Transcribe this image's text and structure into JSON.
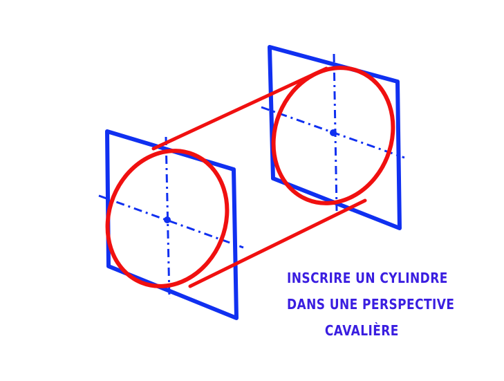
{
  "caption": {
    "lines": [
      "INSCRIRE UN CYLINDRE",
      "DANS UNE PERSPECTIVE",
      "CAVALIÈRE"
    ]
  },
  "colors": {
    "square": "#1030f0",
    "cylinder": "#f01010",
    "axes": "#1030f0",
    "text": "#3a1ee0"
  }
}
